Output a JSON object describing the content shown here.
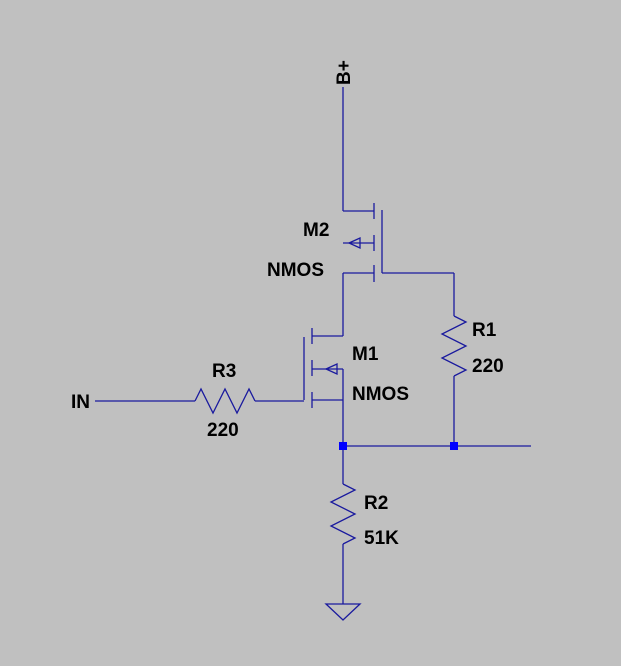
{
  "labels": {
    "supply": "B+",
    "input": "IN"
  },
  "components": {
    "m1": {
      "name": "M1",
      "value": "NMOS"
    },
    "m2": {
      "name": "M2",
      "value": "NMOS"
    },
    "r1": {
      "name": "R1",
      "value": "220"
    },
    "r2": {
      "name": "R2",
      "value": "51K"
    },
    "r3": {
      "name": "R3",
      "value": "220"
    }
  },
  "colors": {
    "background": "#c0c0c0",
    "wire": "#1a1a9e",
    "junction": "#0000ff",
    "text": "#000000"
  }
}
